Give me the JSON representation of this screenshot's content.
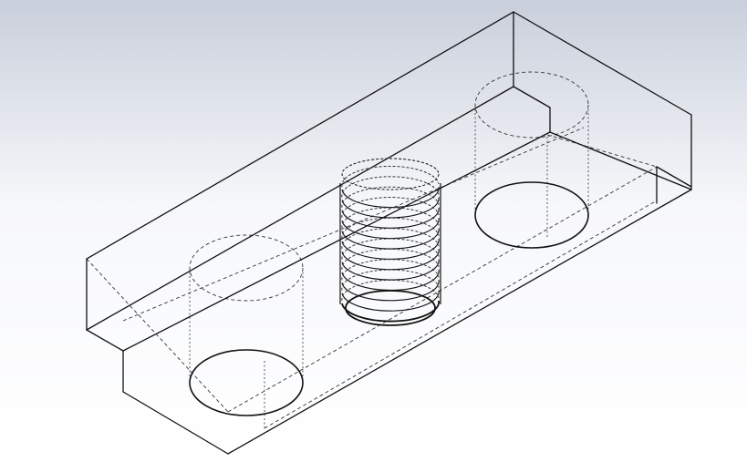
{
  "view": {
    "background_top": "#c9cfdb",
    "background_mid": "#f7f8fb",
    "background_bottom": "#ffffff",
    "edge_color": "#111111",
    "hidden_edge_color": "#333333",
    "display_mode": "wireframe-hidden-lines-visible",
    "projection": "isometric"
  },
  "model": {
    "features": [
      "stepped-rectangular-block",
      "through-hole-left",
      "through-hole-right",
      "threaded-boss-center",
      "notch-right-end"
    ],
    "thread_turns": 12
  }
}
